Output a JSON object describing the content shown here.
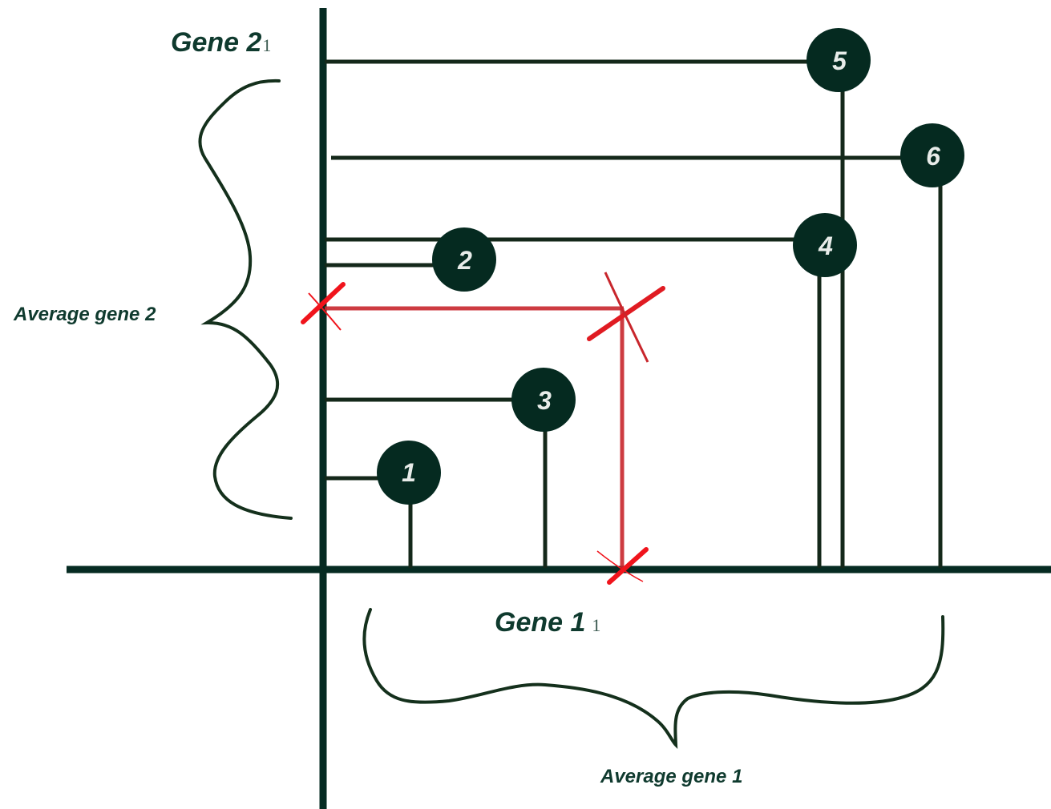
{
  "labels": {
    "y_axis": "Gene 2",
    "y_axis_suffix": "1",
    "x_axis": "Gene 1",
    "x_axis_suffix": "1",
    "average_y": "Average gene 2",
    "average_x": "Average gene 1"
  },
  "points": [
    {
      "label": "1"
    },
    {
      "label": "2"
    },
    {
      "label": "3"
    },
    {
      "label": "4"
    },
    {
      "label": "5"
    },
    {
      "label": "6"
    }
  ],
  "colors": {
    "ink": "#062b22",
    "line": "#14281a",
    "marker": "#052a20",
    "average": "#c8262c",
    "cross": "#f0141c",
    "text": "#0f3a2e"
  }
}
